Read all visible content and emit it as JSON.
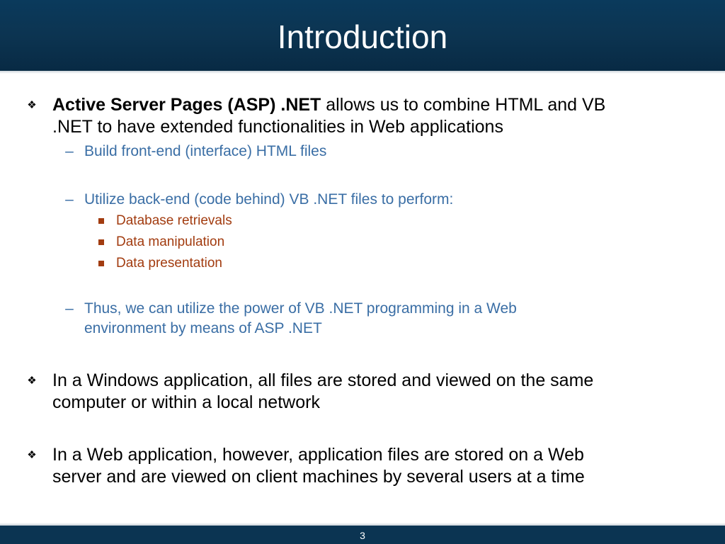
{
  "slide": {
    "title": "Introduction",
    "page_number": "3",
    "colors": {
      "header_bg": "#0c3451",
      "level2_text": "#3a6ea5",
      "level3_text": "#a23c10"
    },
    "bullets": {
      "b1_bold": "Active Server Pages (ASP) .NET",
      "b1_rest_line1": " allows us to combine HTML and VB",
      "b1_line2": ".NET to have extended functionalities in Web applications",
      "sub1": "Build front-end (interface) HTML files",
      "sub2": "Utilize back-end (code behind) VB .NET files to perform:",
      "sub2_items": [
        "Database retrievals",
        "Data manipulation",
        "Data presentation"
      ],
      "sub3_line1": "Thus, we can utilize the power of VB .NET programming in a Web",
      "sub3_line2": "environment by means of ASP .NET",
      "b2_line1": "In a Windows application, all files are stored and viewed on the same",
      "b2_line2": "computer or within a local network",
      "b3_line1": "In a Web application, however, application files are stored on a Web",
      "b3_line2": "server and are viewed on client machines by several users at a time"
    },
    "icons": {
      "level1_marker": "diamond-cluster-icon",
      "level2_marker": "en-dash",
      "level3_marker": "square-icon"
    }
  }
}
